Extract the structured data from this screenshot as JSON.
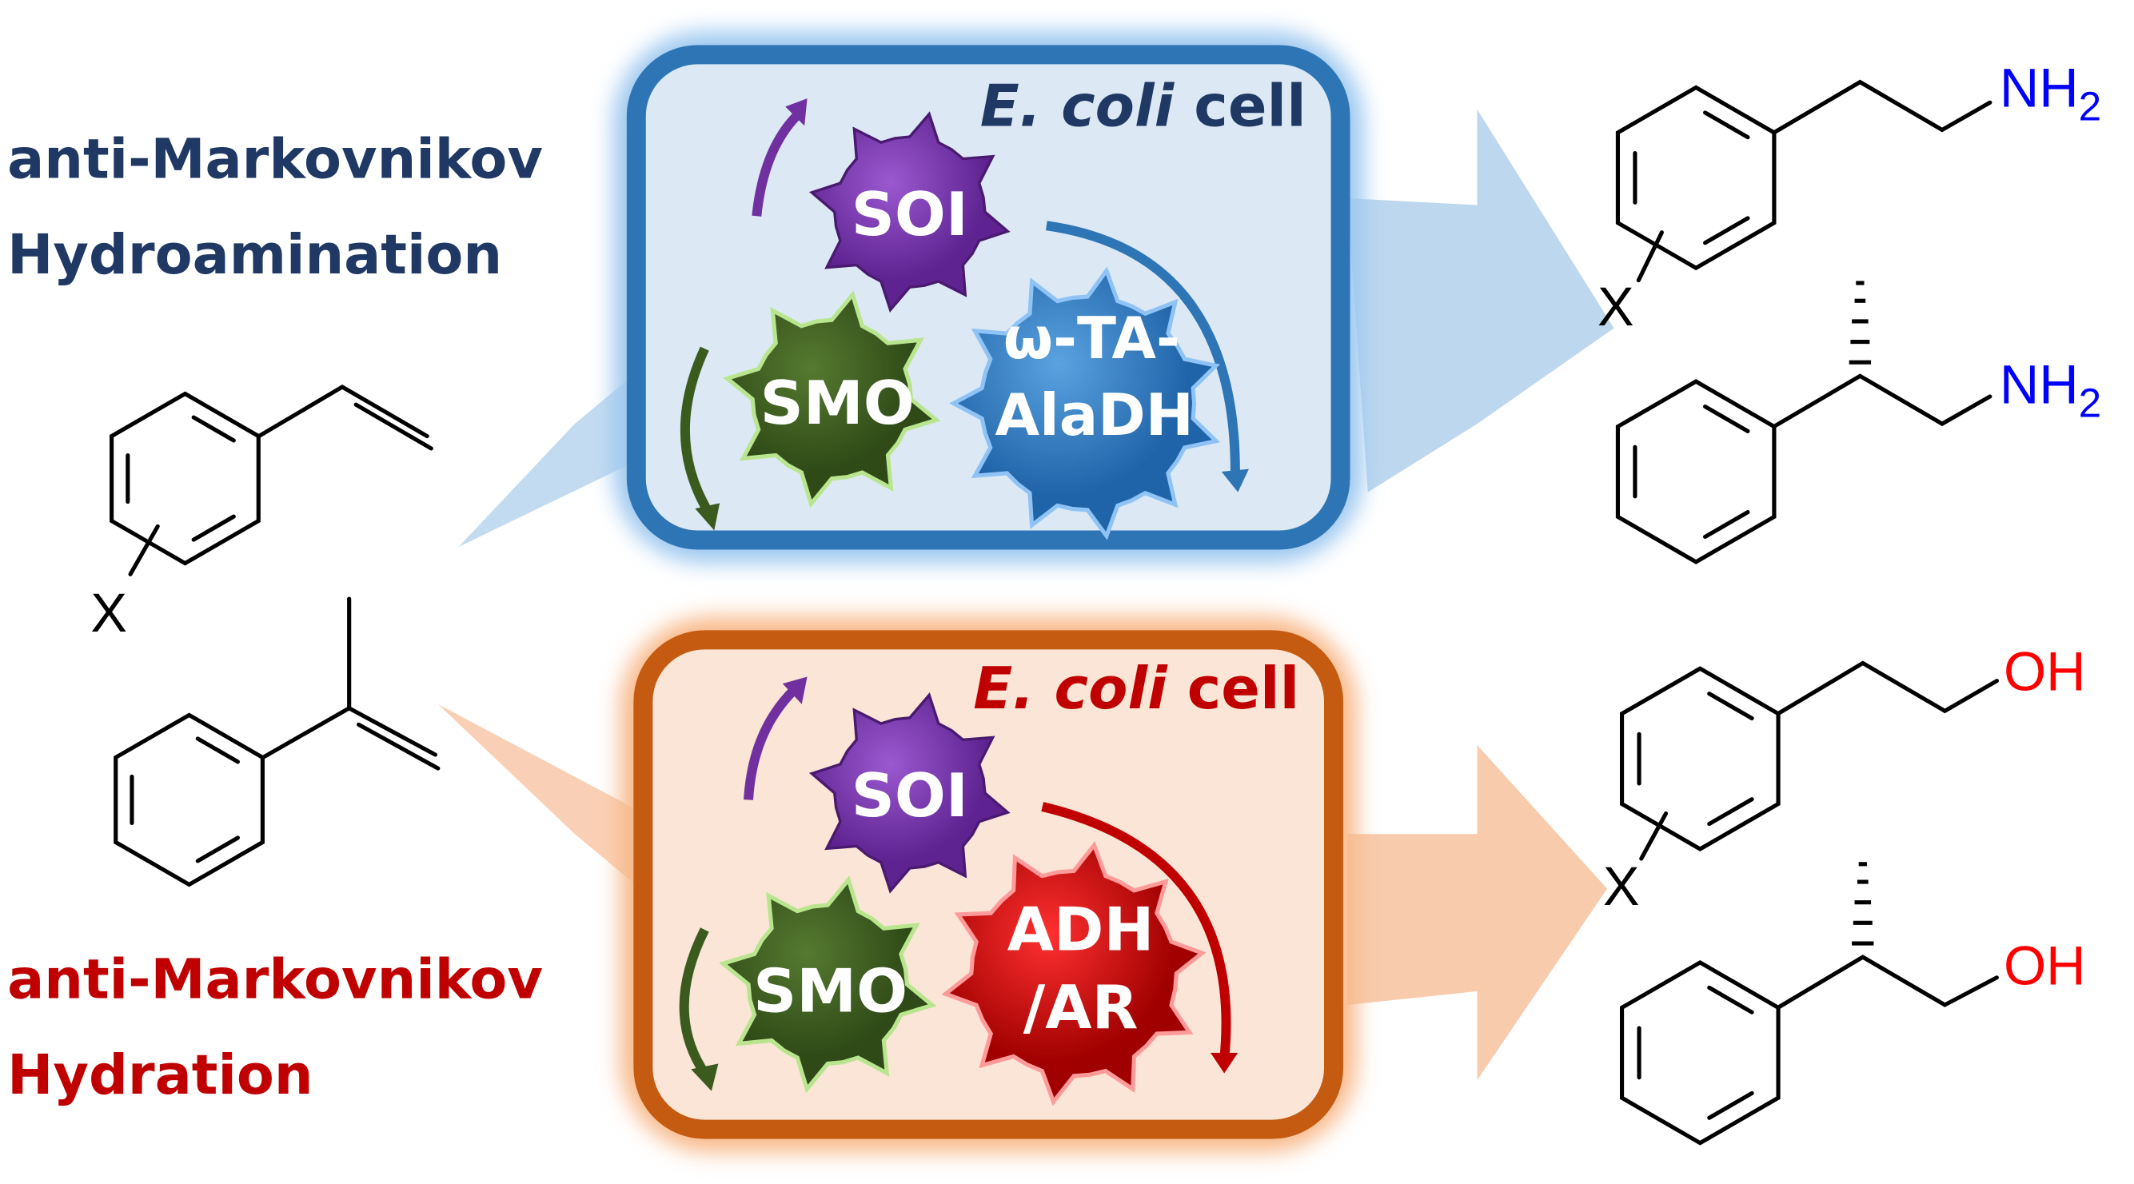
{
  "top": {
    "title_line1": "anti-Markovnikov",
    "title_line2": "Hydroamination",
    "cell_label_italic": "E. coli",
    "cell_label_rest": " cell",
    "enzymes": [
      "SOI",
      "SMO",
      "ω-TA-",
      "AlaDH"
    ],
    "product_groups": [
      "NH2",
      "NH2"
    ],
    "substituent": "X"
  },
  "bottom": {
    "title_line1": "anti-Markovnikov",
    "title_line2": "Hydration",
    "cell_label_italic": "E. coli",
    "cell_label_rest": " cell",
    "enzymes": [
      "SOI",
      "SMO",
      "ADH",
      "/AR"
    ],
    "product_groups": [
      "OH",
      "OH"
    ],
    "substituent": "X"
  },
  "substrate_substituent": "X",
  "colors": {
    "navy": "#1f3864",
    "red_text": "#c00000",
    "blue_box": "#2e75b6",
    "orange_box": "#c55a11",
    "soi": "#7030a0",
    "smo": "#3b5a1e",
    "ta": "#2f7fc8",
    "adh": "#d00000",
    "amine": "#0000ff",
    "hydroxyl": "#ff0000"
  }
}
